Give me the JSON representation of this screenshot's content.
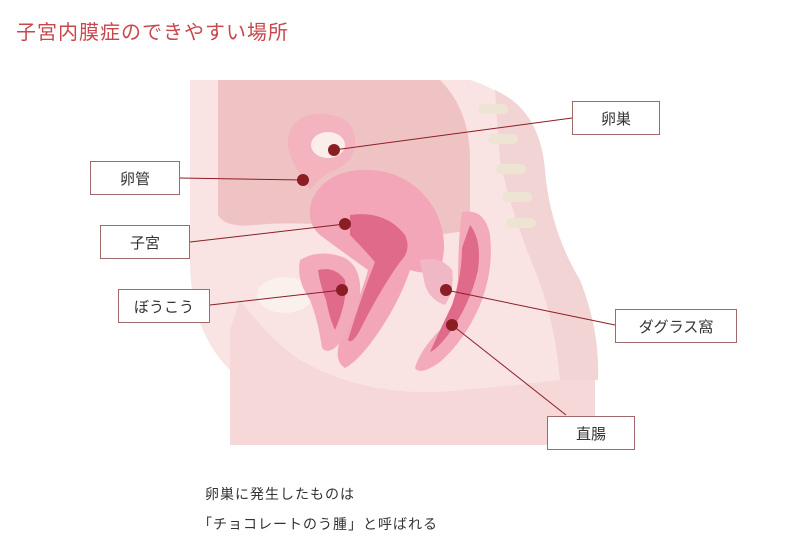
{
  "title": "子宮内膜症のできやすい場所",
  "labels": {
    "ovary": "卵巣",
    "fallopian_tube": "卵管",
    "uterus": "子宮",
    "bladder": "ぼうこう",
    "pouch_of_douglas": "ダグラス窩",
    "rectum": "直腸"
  },
  "caption": {
    "line1": "卵巣に発生したものは",
    "line2": "「チョコレートのう腫」と呼ばれる"
  },
  "colors": {
    "title": "#c9474c",
    "marker": "#8b1e24",
    "leader_line": "#8b1e24",
    "box_border": "#a06a6a",
    "body_outer": "#f7dede",
    "body_inner": "#f0c4c4",
    "organ_pink": "#f3aabb",
    "organ_deep": "#e06a8a"
  }
}
